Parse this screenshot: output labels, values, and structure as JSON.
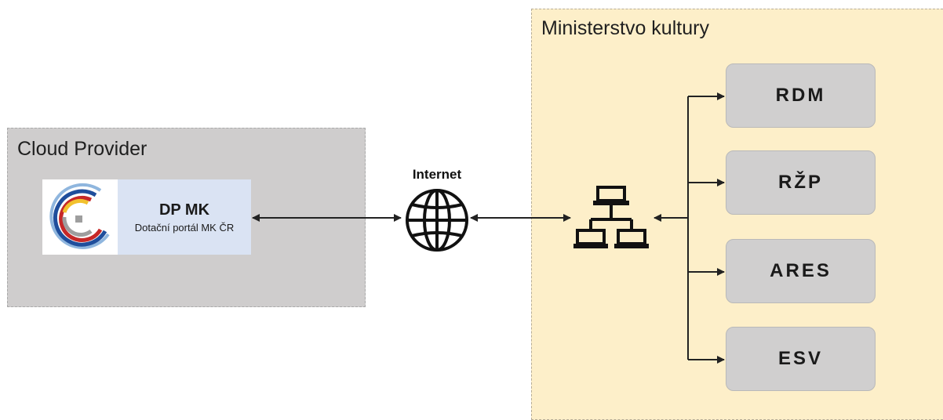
{
  "zones": {
    "cloud": {
      "title": "Cloud Provider",
      "color": "#cfcdcd"
    },
    "ministry": {
      "title": "Ministerstvo kultury",
      "color": "#fdefc9"
    }
  },
  "portal": {
    "title": "DP MK",
    "subtitle": "Dotační portál MK ČR",
    "logo_icon": "dp-mk-logo-icon"
  },
  "internet": {
    "label": "Internet",
    "icon": "globe-icon"
  },
  "network": {
    "icon": "network-hub-icon"
  },
  "systems": [
    {
      "label": "RDM"
    },
    {
      "label": "RŽP"
    },
    {
      "label": "ARES"
    },
    {
      "label": "ESV"
    }
  ]
}
